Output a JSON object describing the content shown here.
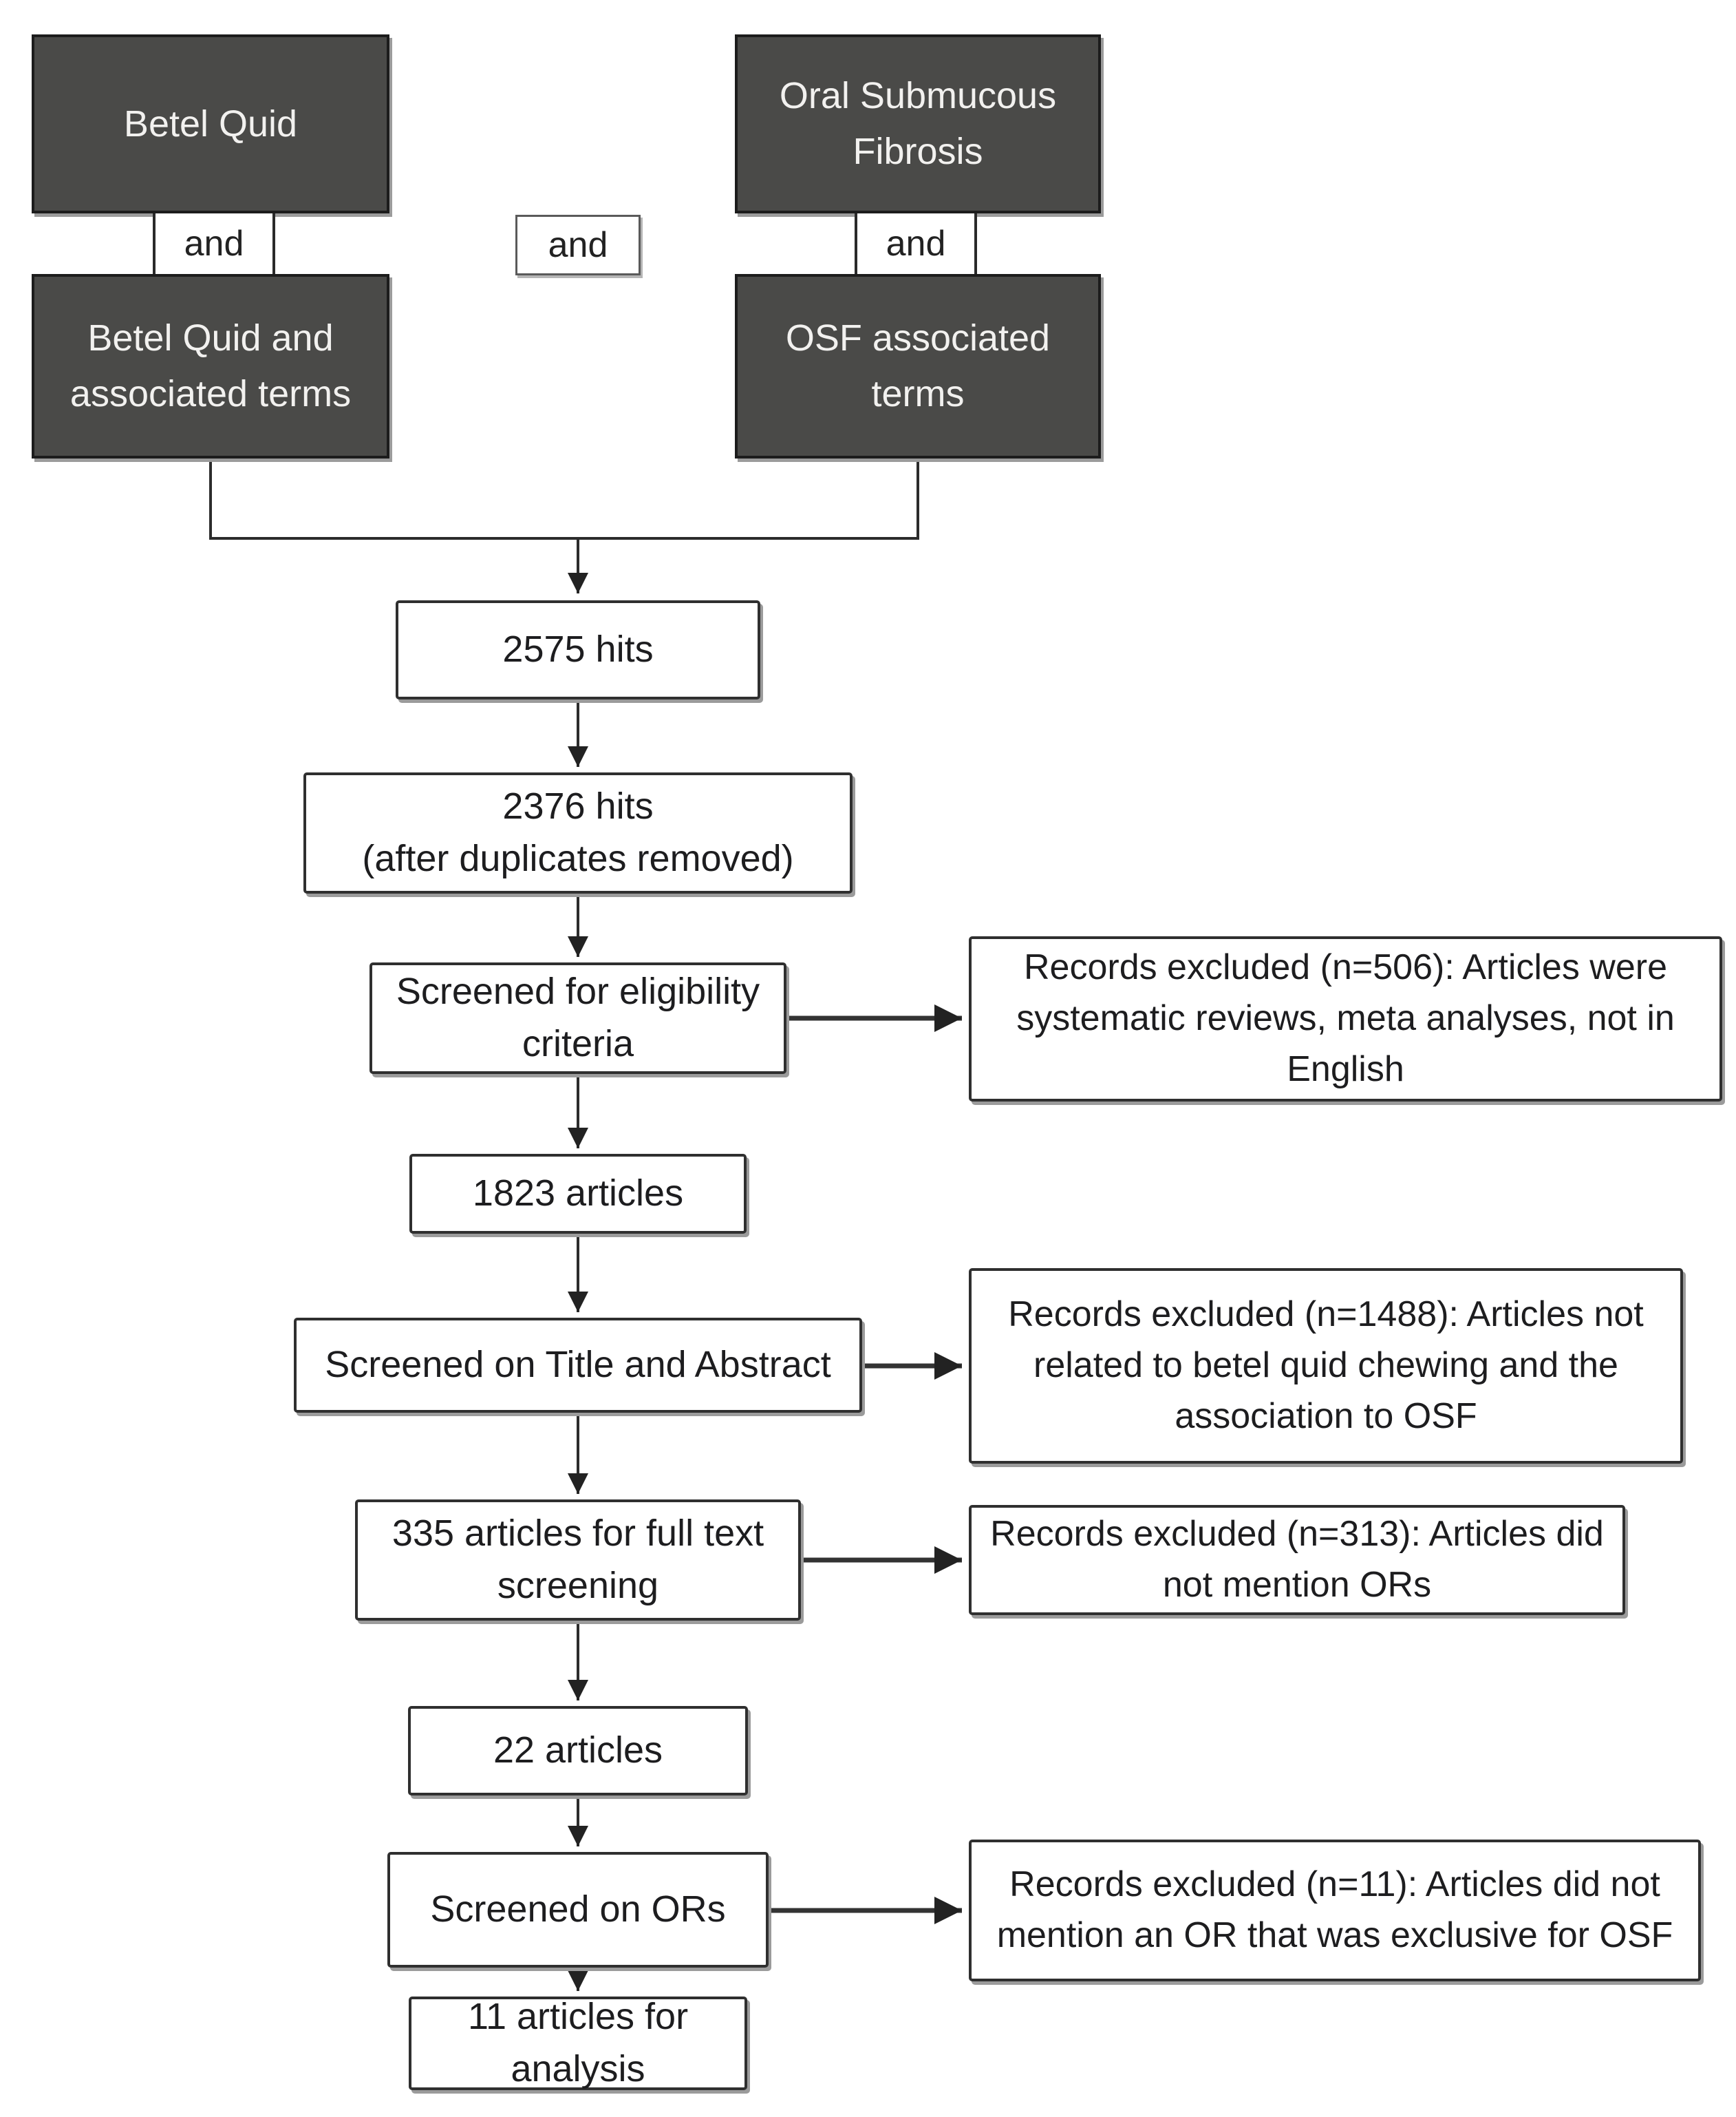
{
  "terms": {
    "left_top": "Betel Quid",
    "left_bottom": "Betel Quid and\nassociated terms",
    "right_top": "Oral Submucous\nFibrosis",
    "right_bottom": "OSF associated\nterms"
  },
  "operators": {
    "left": "and",
    "center": "and",
    "right": "and"
  },
  "flow": {
    "hits": "2575 hits",
    "hits_deduped": "2376 hits\n(after duplicates removed)",
    "eligibility_screen": "Screened for eligibility\ncriteria",
    "articles_after_eligibility": "1823 articles",
    "title_abstract_screen": "Screened on Title and Abstract",
    "full_text_screen": "335 articles for full text\nscreening",
    "articles_after_full_text": "22 articles",
    "or_screen": "Screened on ORs",
    "final_articles": "11 articles for\nanalysis"
  },
  "exclusions": {
    "eligibility": "Records excluded (n=506): Articles were\nsystematic reviews, meta analyses, not in\nEnglish",
    "title_abstract": "Records excluded (n=1488): Articles not\nrelated to betel quid chewing and the\nassociation to OSF",
    "full_text": "Records excluded (n=313): Articles did\nnot mention ORs",
    "or": "Records excluded (n=11): Articles did not\nmention an OR that was exclusive for OSF"
  },
  "colors": {
    "dark_box_fill": "#4a4a48",
    "dark_box_text": "#f2f1ef",
    "box_border": "#2f2f2f",
    "box_shadow": "#9b9b9b",
    "connector": "#2c2c2c",
    "background": "#ffffff"
  }
}
